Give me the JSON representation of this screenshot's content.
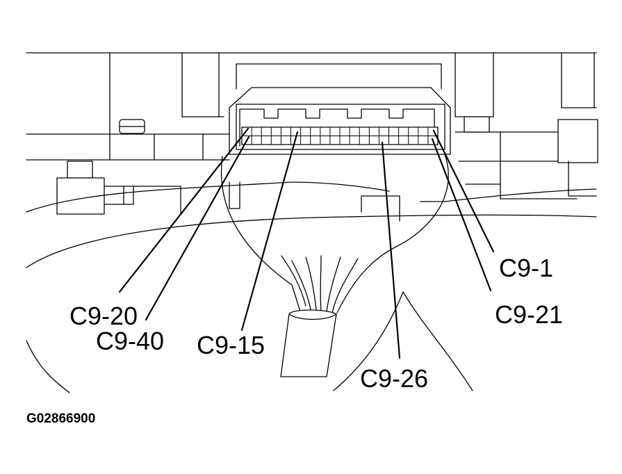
{
  "callouts": {
    "c9_1": "C9-1",
    "c9_20": "C9-20",
    "c9_40": "C9-40",
    "c9_15": "C9-15",
    "c9_21": "C9-21",
    "c9_26": "C9-26"
  },
  "figure_id": "G02866900"
}
